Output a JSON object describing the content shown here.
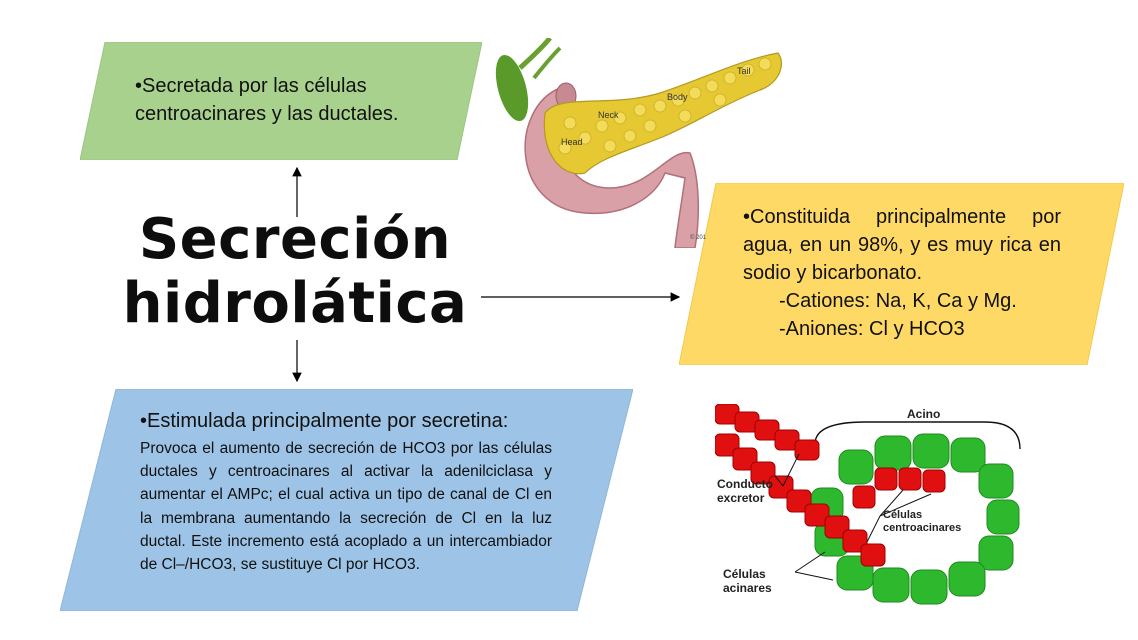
{
  "title": {
    "line1": "Secreción",
    "line2": "hidrolática"
  },
  "green_box": {
    "text": "•Secretada por las células centroacinares y las ductales."
  },
  "orange_box": {
    "text": "•Constituida principalmente por agua, en un 98%, y es muy rica en sodio y bicarbonato.",
    "cations": "-Cationes: Na, K, Ca y Mg.",
    "anions": "-Aniones: Cl y HCO3"
  },
  "blue_box": {
    "lead": "•Estimulada principalmente por secretina:",
    "body": "Provoca el aumento de secreción de HCO3 por las células ductales y centroacinares al activar la adenilciclasa y aumentar el AMPc; el cual activa un tipo de canal de Cl en la membrana aumentando la secreción de Cl en la luz ductal. Este incremento está acoplado a un intercambiador de Cl–/HCO3, se sustituye Cl por HCO3."
  },
  "pancreas_image": {
    "tail": "Tail",
    "body": "Body",
    "neck": "Neck",
    "head": "Head",
    "copyright": "© 201"
  },
  "acinus_image": {
    "acino": "Acino",
    "conducto": "Conducto",
    "excretor": "excretor",
    "celulas_centro_1": "Células",
    "celulas_centro_2": "centroacinares",
    "celulas_acin_1": "Células",
    "celulas_acin_2": "acinares"
  },
  "colors": {
    "green_fill": "#a9d18e",
    "orange_fill": "#ffd966",
    "blue_fill": "#9dc3e6",
    "acinar_green": "#2eb82e",
    "duct_red": "#e01010",
    "pancreas_yellow": "#e6c832"
  }
}
